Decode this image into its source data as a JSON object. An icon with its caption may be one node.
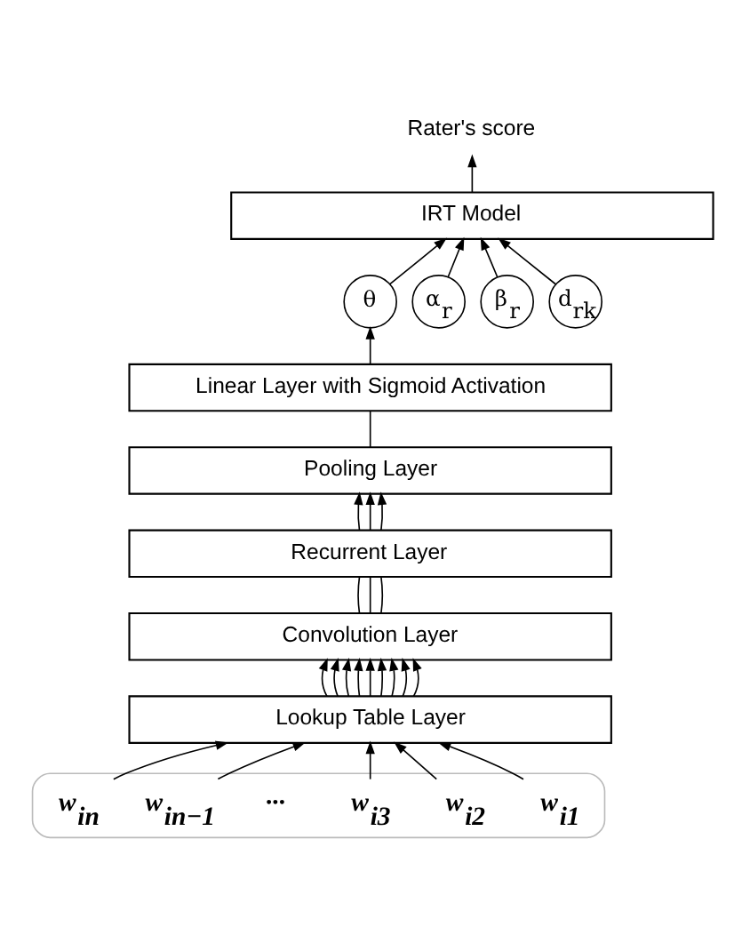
{
  "diagram": {
    "nodes": [
      {
        "text": [
          "Rater's score"
        ]
      },
      {
        "text": [
          "IRT Model"
        ]
      },
      {
        "text": [
          "θ"
        ]
      },
      {
        "text": [
          "α$_{r}$"
        ]
      },
      {
        "text": [
          "β$_{r}$"
        ]
      },
      {
        "text": [
          "d$_{rk}$"
        ]
      },
      {
        "text": [
          "Linear Layer with Sigmoid Activation"
        ]
      },
      {
        "text": [
          "Pooling Layer"
        ]
      },
      {
        "text": [
          "Recurrent Layer"
        ]
      },
      {
        "text": [
          "Convolution Layer"
        ]
      },
      {
        "text": [
          "Lookup Table Layer"
        ]
      },
      {
        "text": [],
        "shape": "box"
      },
      {
        "text": [
          "w$_{i1}$"
        ],
        "in": 11
      },
      {
        "text": [
          "w$_{i2}$"
        ],
        "in": 11
      },
      {
        "text": [
          "w$_{i3}$"
        ],
        "in": 11
      },
      {
        "text": [
          "···"
        ],
        "in": 11
      },
      {
        "text": [
          "w$_{in−1}$"
        ],
        "in": 11
      },
      {
        "text": [
          "w$_{in}$"
        ],
        "in": 11
      }
    ],
    "edges": [
      {
        "from": 1,
        "to": 0,
        "arrow": "to"
      },
      {
        "from": 2,
        "to": 1,
        "arrow": "to"
      },
      {
        "from": 3,
        "to": 1,
        "arrow": "to"
      },
      {
        "from": 4,
        "to": 1,
        "arrow": "to"
      },
      {
        "from": 5,
        "to": 1,
        "arrow": "to"
      },
      {
        "from": 6,
        "to": 2,
        "arrow": "to"
      },
      {
        "from": 7,
        "to": 6,
        "arrow": "none"
      },
      {
        "from": 8,
        "to": 7,
        "arrow": "to"
      },
      {
        "from": 8,
        "to": 7,
        "arrow": "to"
      },
      {
        "from": 8,
        "to": 7,
        "arrow": "to"
      },
      {
        "from": 9,
        "to": 8,
        "arrow": "none"
      },
      {
        "from": 9,
        "to": 8,
        "arrow": "none"
      },
      {
        "from": 9,
        "to": 8,
        "arrow": "none"
      },
      {
        "from": 10,
        "to": 9,
        "arrow": "to"
      },
      {
        "from": 10,
        "to": 9,
        "arrow": "to"
      },
      {
        "from": 10,
        "to": 9,
        "arrow": "to"
      },
      {
        "from": 10,
        "to": 9,
        "arrow": "to"
      },
      {
        "from": 10,
        "to": 9,
        "arrow": "to"
      },
      {
        "from": 10,
        "to": 9,
        "arrow": "to"
      },
      {
        "from": 10,
        "to": 9,
        "arrow": "to"
      },
      {
        "from": 10,
        "to": 9,
        "arrow": "to"
      },
      {
        "from": 10,
        "to": 9,
        "arrow": "to"
      },
      {
        "from": 12,
        "to": 10,
        "arrow": "to"
      },
      {
        "from": 13,
        "to": 10,
        "arrow": "to"
      },
      {
        "from": 14,
        "to": 10,
        "arrow": "to"
      },
      {
        "from": 16,
        "to": 10,
        "arrow": "to"
      },
      {
        "from": 17,
        "to": 10,
        "arrow": "to"
      }
    ]
  }
}
